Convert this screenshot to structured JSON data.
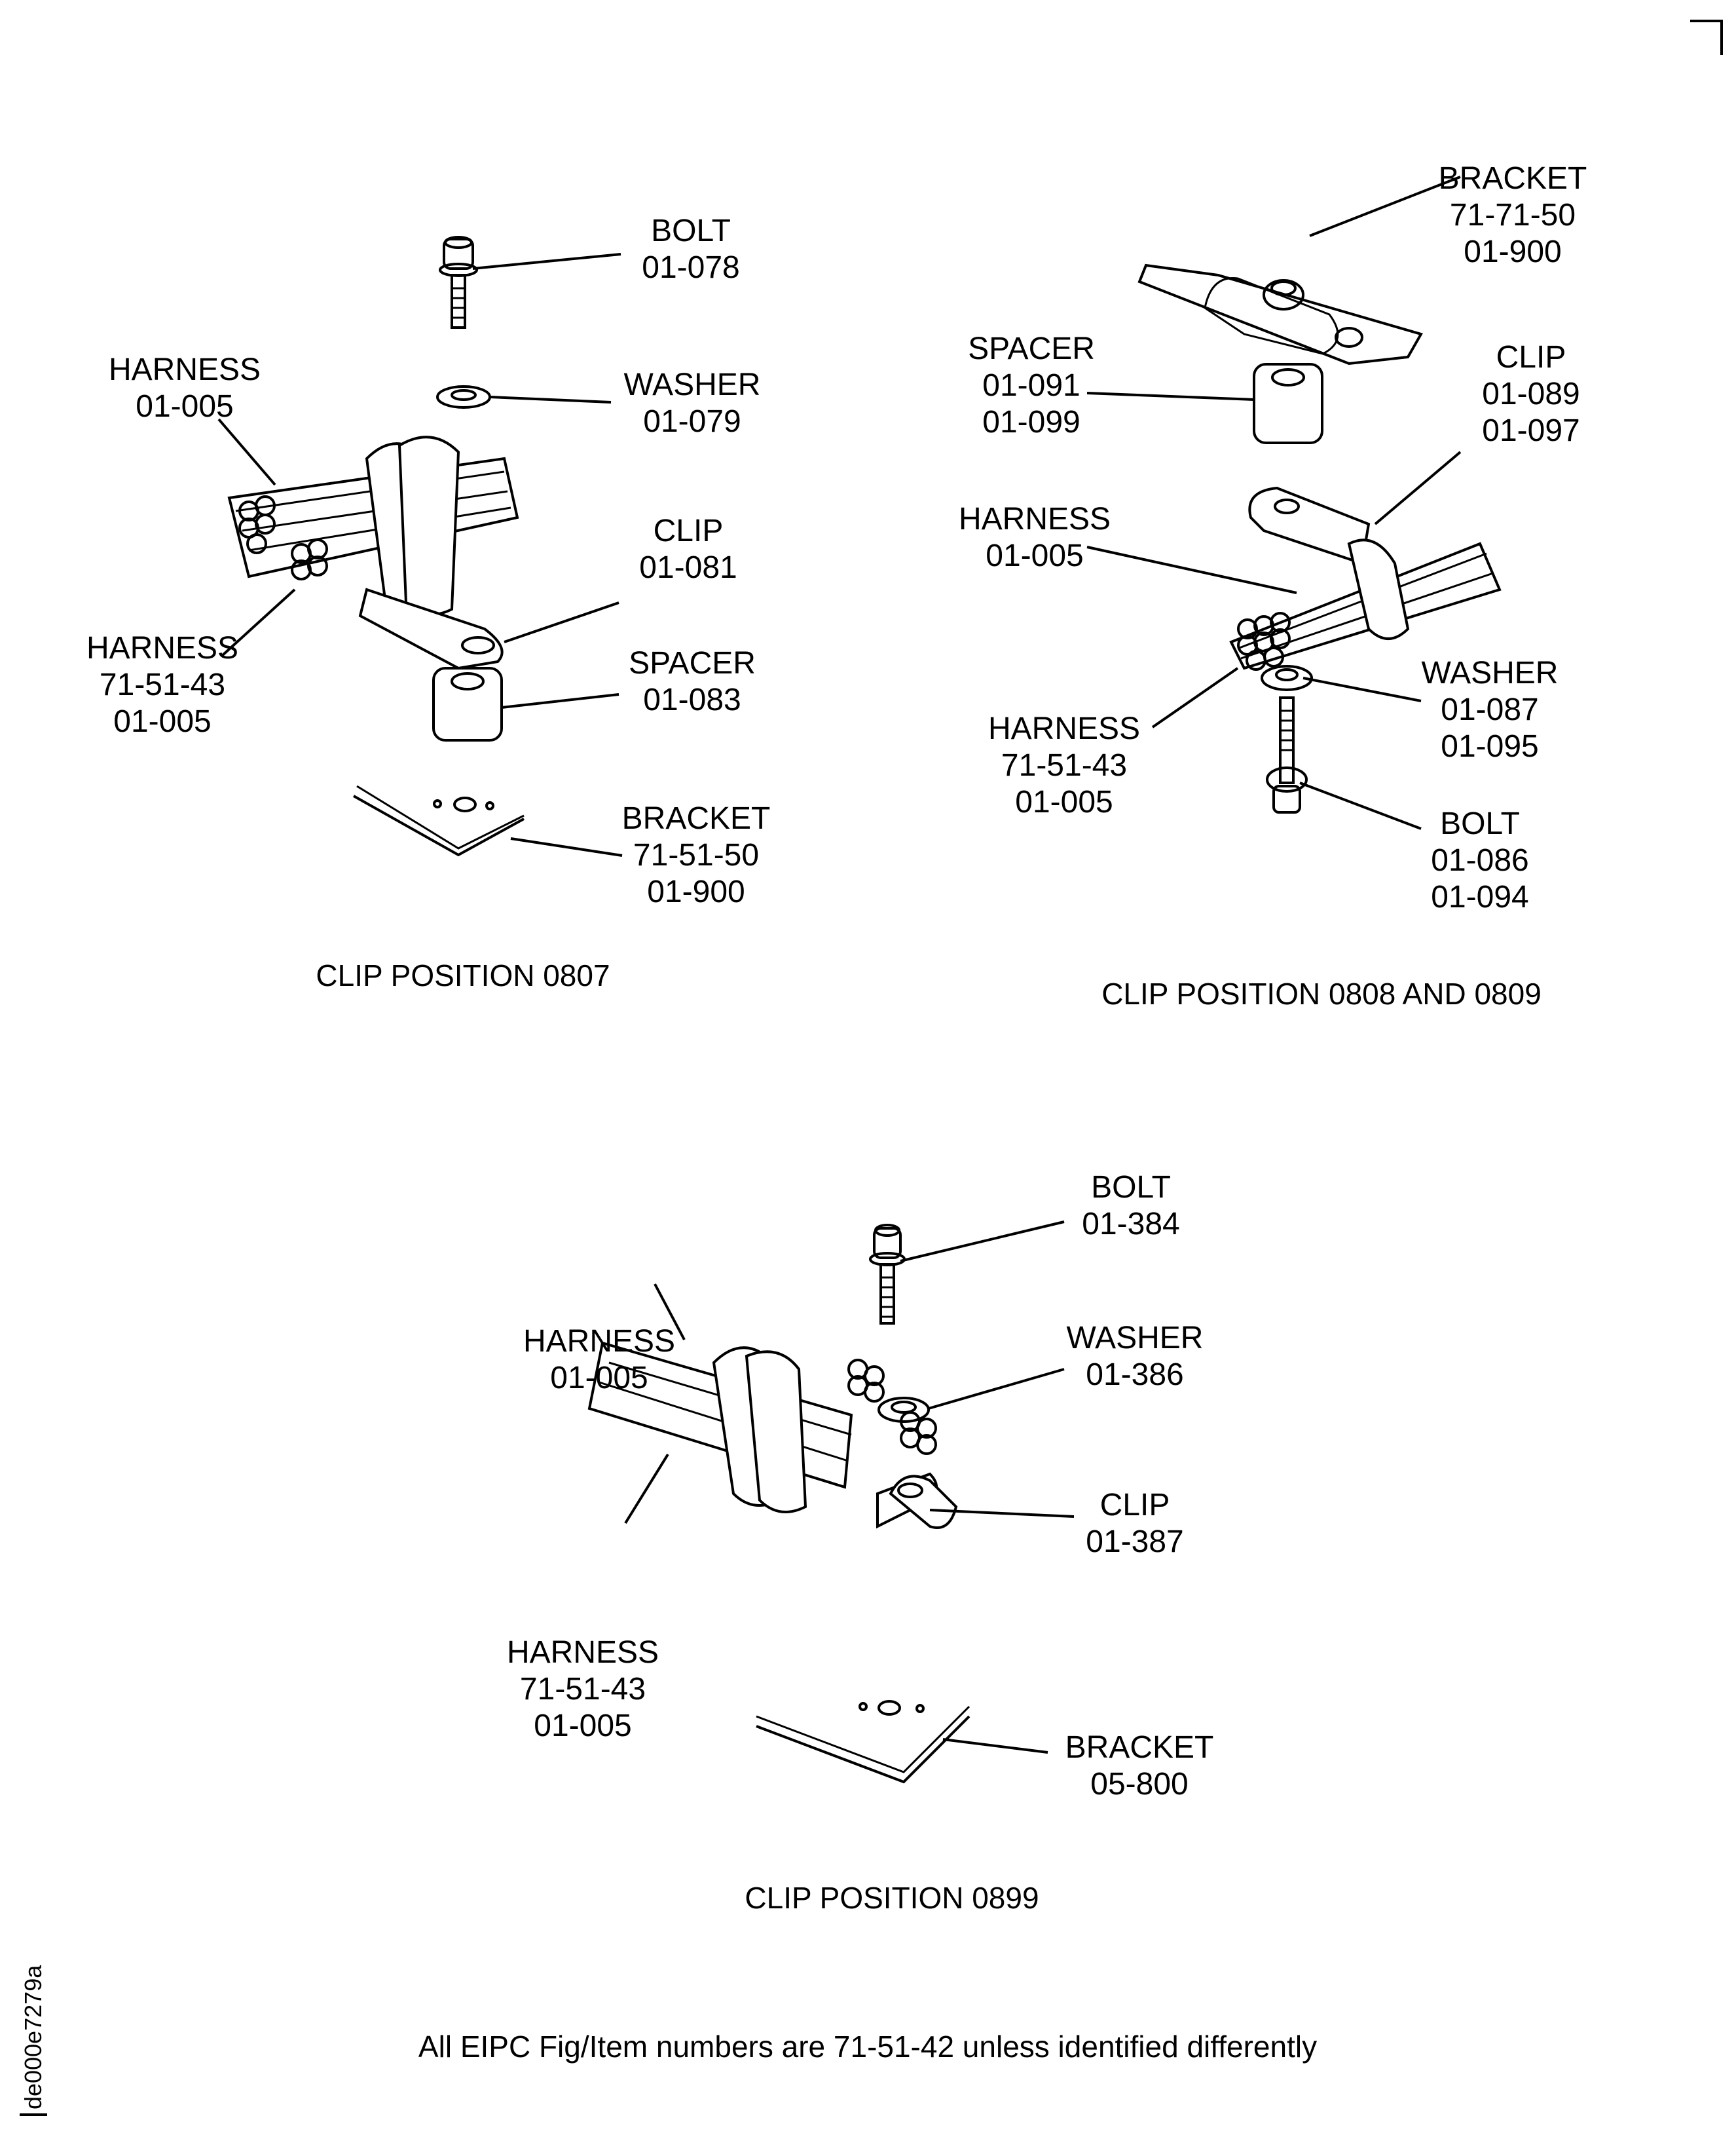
{
  "figures": [
    {
      "caption": "CLIP POSITION 0807",
      "labels": {
        "bolt": [
          "BOLT",
          "01-078"
        ],
        "washer": [
          "WASHER",
          "01-079"
        ],
        "harness_top": [
          "HARNESS",
          "01-005"
        ],
        "clip": [
          "CLIP",
          "01-081"
        ],
        "harness_bottom": [
          "HARNESS",
          "71-51-43",
          "01-005"
        ],
        "spacer": [
          "SPACER",
          "01-083"
        ],
        "bracket": [
          "BRACKET",
          "71-51-50",
          "01-900"
        ]
      }
    },
    {
      "caption": "CLIP POSITION 0808 AND 0809",
      "labels": {
        "bracket": [
          "BRACKET",
          "71-71-50",
          "01-900"
        ],
        "spacer": [
          "SPACER",
          "01-091",
          "01-099"
        ],
        "clip": [
          "CLIP",
          "01-089",
          "01-097"
        ],
        "harness_top": [
          "HARNESS",
          "01-005"
        ],
        "washer": [
          "WASHER",
          "01-087",
          "01-095"
        ],
        "harness_bottom": [
          "HARNESS",
          "71-51-43",
          "01-005"
        ],
        "bolt": [
          "BOLT",
          "01-086",
          "01-094"
        ]
      }
    },
    {
      "caption": "CLIP POSITION 0899",
      "labels": {
        "bolt": [
          "BOLT",
          "01-384"
        ],
        "harness_top": [
          "HARNESS",
          "01-005"
        ],
        "washer": [
          "WASHER",
          "01-386"
        ],
        "clip": [
          "CLIP",
          "01-387"
        ],
        "harness_bottom": [
          "HARNESS",
          "71-51-43",
          "01-005"
        ],
        "bracket": [
          "BRACKET",
          "05-800"
        ]
      }
    }
  ],
  "footnote": "All EIPC Fig/Item numbers are 71-51-42 unless identified differently",
  "drawing_id": "de000e7279a"
}
